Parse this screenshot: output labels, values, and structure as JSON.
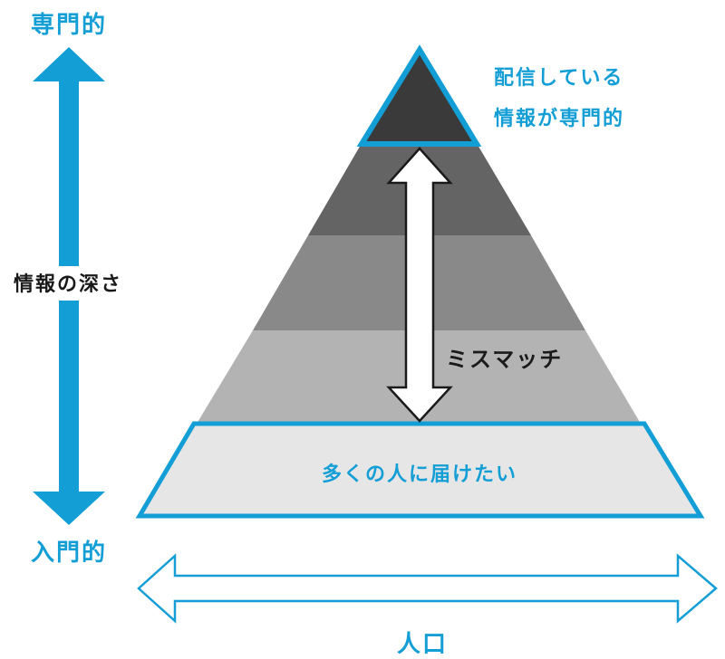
{
  "colors": {
    "accent": "#139ed6",
    "tier_top": "#3a3a3a",
    "tier_2": "#646464",
    "tier_3": "#898989",
    "tier_4": "#b3b3b3",
    "tier_base": "#e6e6e6",
    "text_dark": "#1a1a1a"
  },
  "axis": {
    "top_label": "専門的",
    "bottom_label": "入門的",
    "middle_label": "情報の深さ"
  },
  "pyramid": {
    "top_label_line1": "配信している",
    "top_label_line2": "情報が専門的",
    "base_label": "多くの人に届けたい",
    "mismatch_label": "ミスマッチ"
  },
  "population": {
    "label": "人口"
  }
}
